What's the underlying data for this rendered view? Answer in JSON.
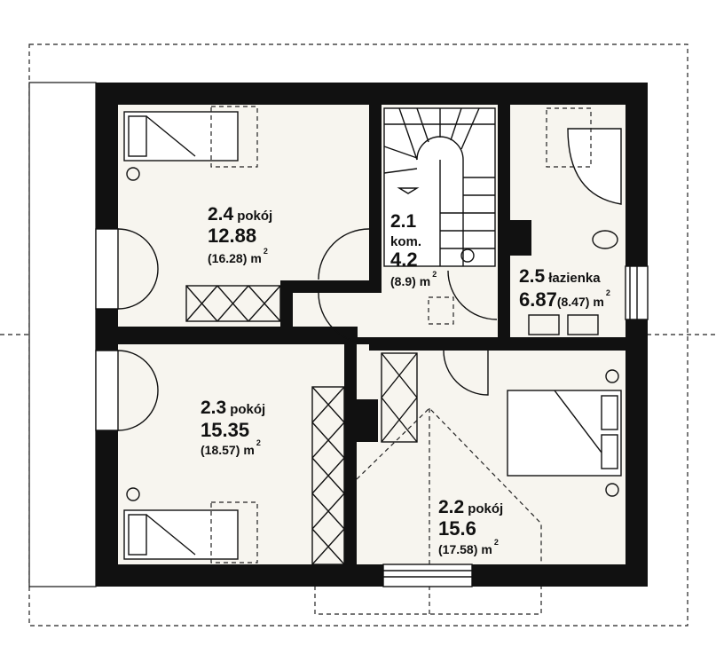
{
  "rooms": [
    {
      "id": "2.1",
      "name": "kom.",
      "area": "4.2",
      "gross": "(8.9)",
      "unit": "m",
      "exp": "2"
    },
    {
      "id": "2.2",
      "name": "pokój",
      "area": "15.6",
      "gross": "(17.58)",
      "unit": "m",
      "exp": "2"
    },
    {
      "id": "2.3",
      "name": "pokój",
      "area": "15.35",
      "gross": "(18.57)",
      "unit": "m",
      "exp": "2"
    },
    {
      "id": "2.4",
      "name": "pokój",
      "area": "12.88",
      "gross": "(16.28)",
      "unit": "m",
      "exp": "2"
    },
    {
      "id": "2.5",
      "name": "łazienka",
      "area": "6.87",
      "gross": "(8.47)",
      "unit": "m",
      "exp": "2"
    }
  ],
  "colors": {
    "wall": "#111111",
    "floor": "#f7f5ef",
    "background": "#ffffff"
  }
}
